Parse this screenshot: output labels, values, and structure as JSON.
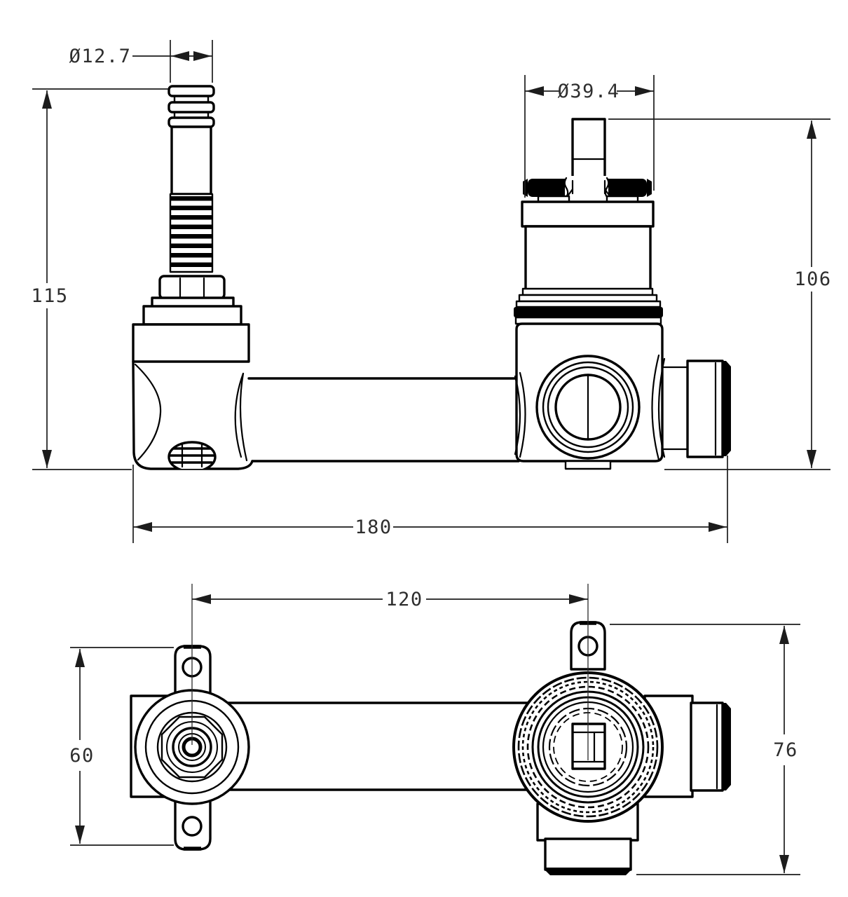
{
  "drawing": {
    "background_color": "#ffffff",
    "line_color": "#000000",
    "dimension_color": "#2e2e2e",
    "views": {
      "side": {
        "dims": {
          "spindle_diameter": "Ø12.7",
          "cartridge_diameter": "Ø39.4",
          "height_overall": "115",
          "height_cartridge": "106",
          "length_overall": "180"
        }
      },
      "plan": {
        "dims": {
          "centre_distance": "120",
          "flange_height": "60",
          "body_height": "76"
        }
      }
    }
  }
}
